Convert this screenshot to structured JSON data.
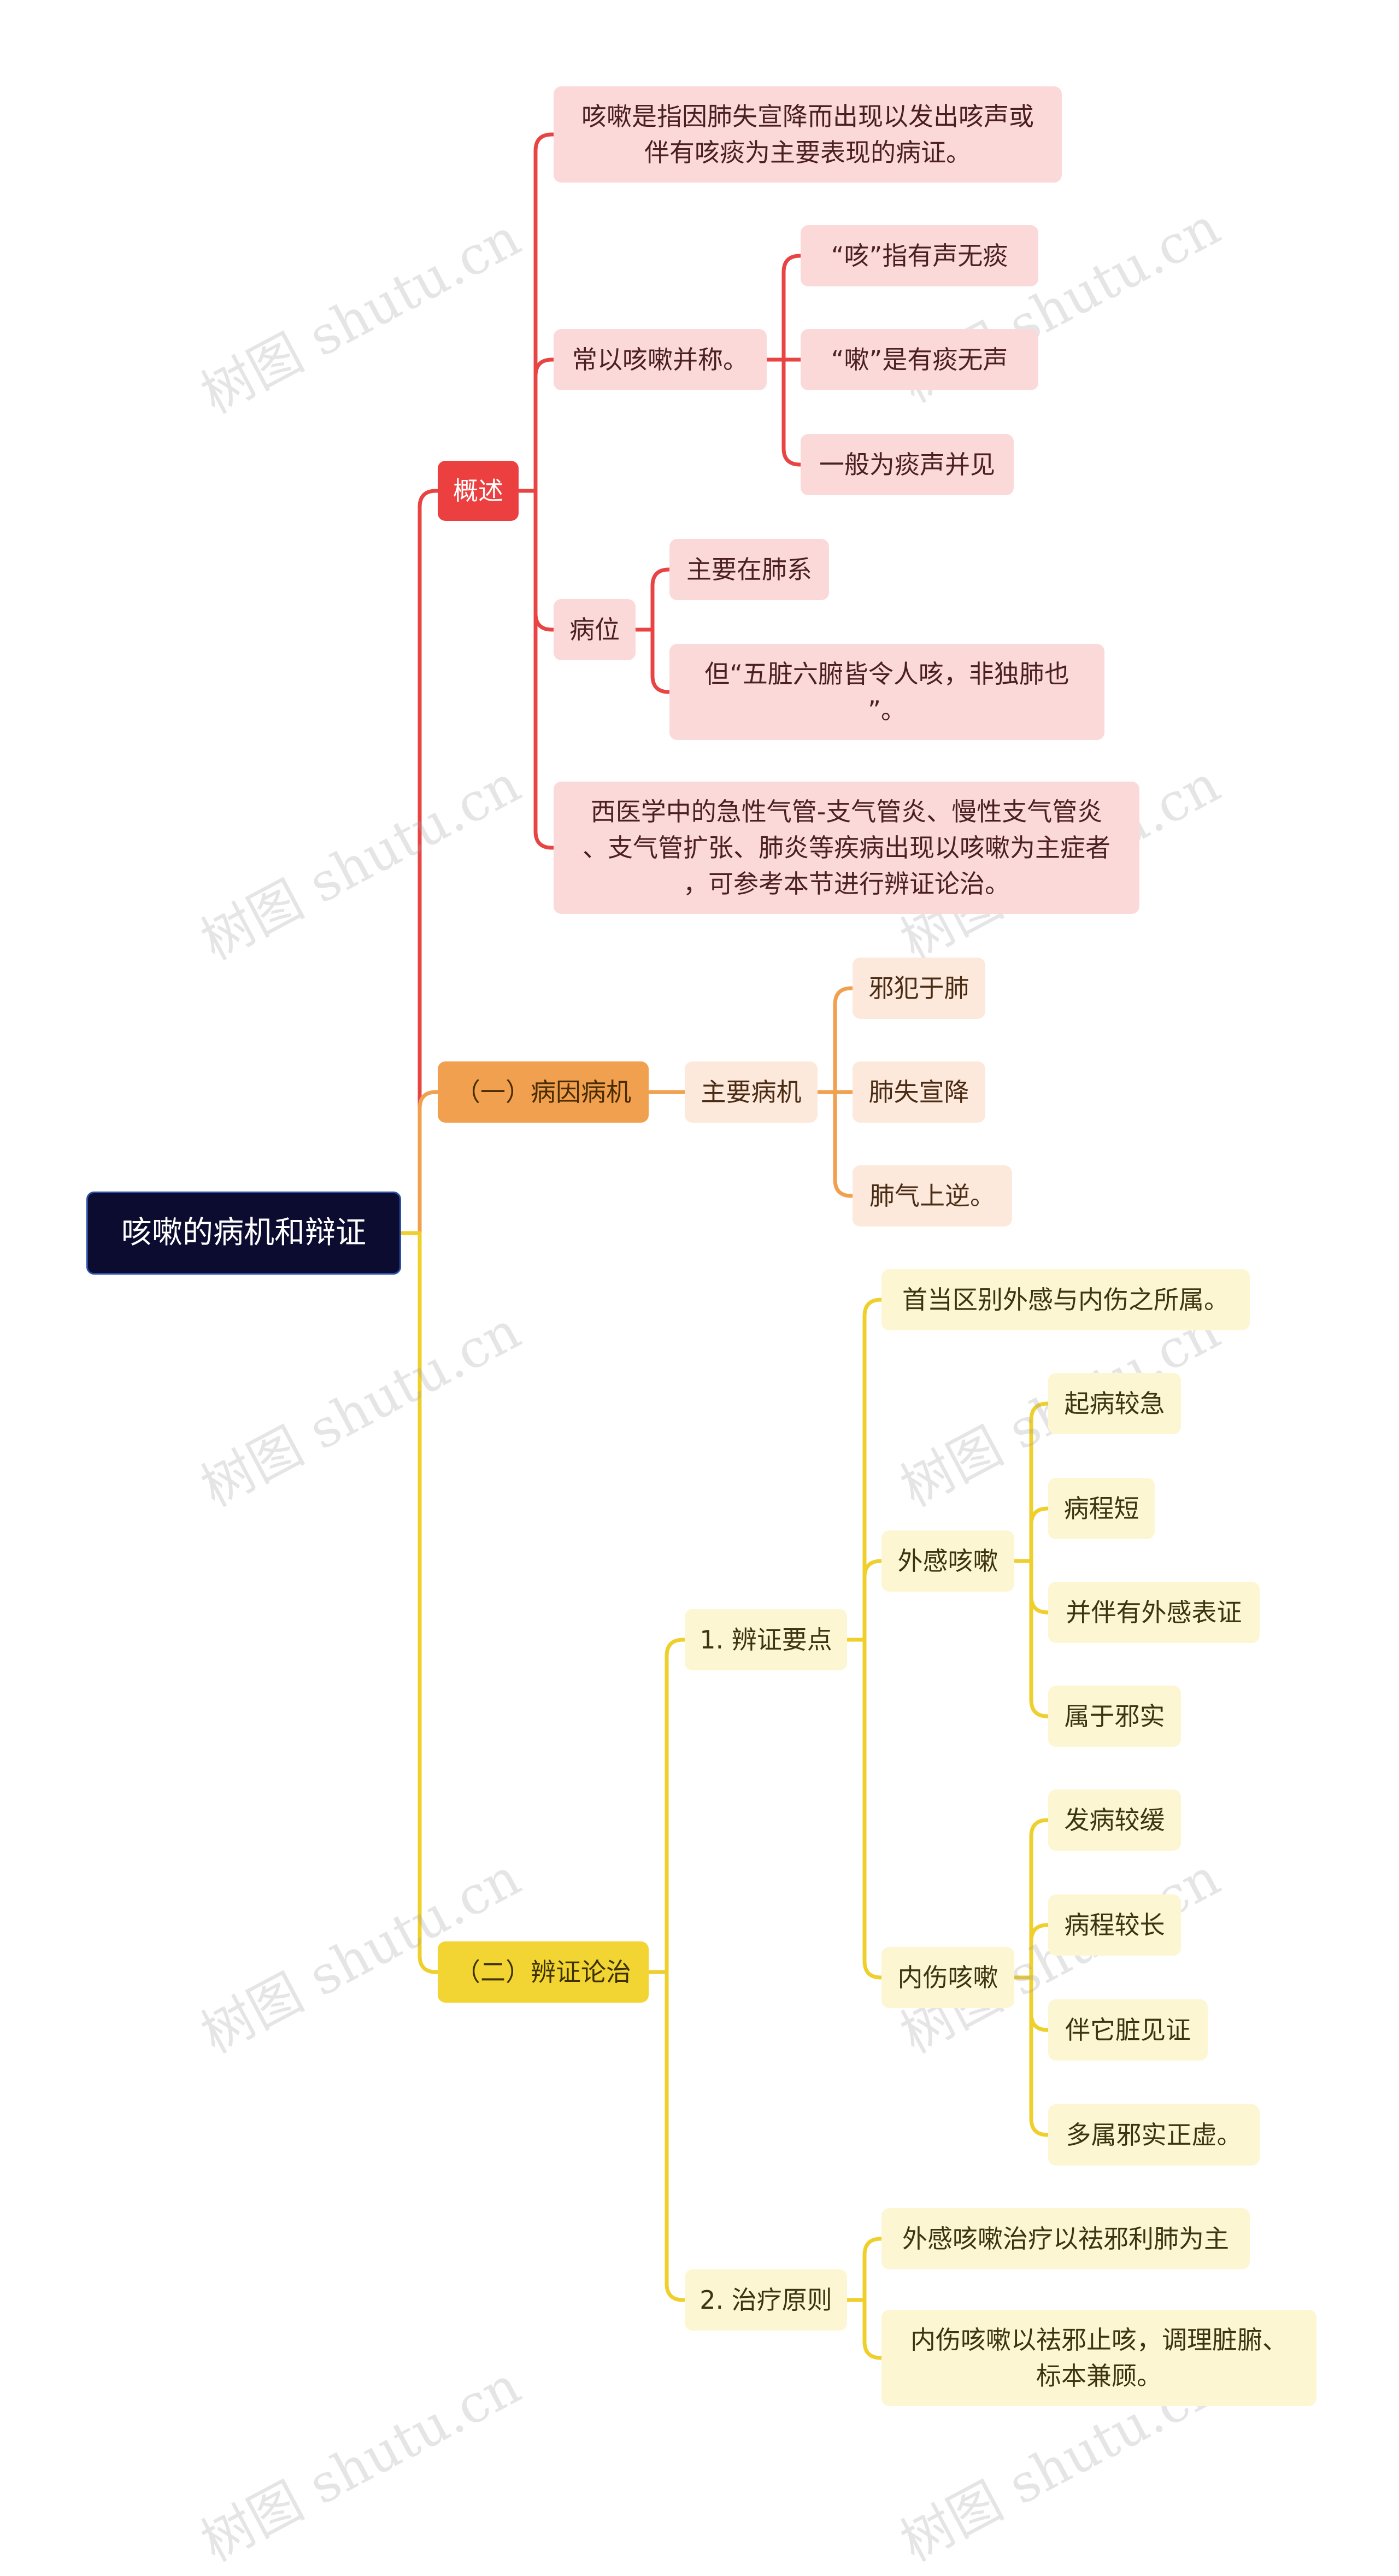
{
  "root": "咳嗽的病机和辩证",
  "colors": {
    "red": "#e84444",
    "orange": "#f0a04e",
    "yellow": "#efcf2c"
  },
  "gaishu": {
    "label": "概述",
    "definition": "咳嗽是指因肺失宣降而出现以发出咳声或\n伴有咳痰为主要表现的病证。",
    "changyi": {
      "label": "常以咳嗽并称。",
      "items": [
        "“咳”指有声无痰",
        "“嗽”是有痰无声",
        "一般为痰声并见"
      ]
    },
    "bingwei": {
      "label": "病位",
      "items": [
        "主要在肺系",
        "但“五脏六腑皆令人咳，非独肺也\n”。"
      ]
    },
    "xiyi": "西医学中的急性气管-支气管炎、慢性支气管炎\n、支气管扩张、肺炎等疾病出现以咳嗽为主症者\n，可参考本节进行辨证论治。"
  },
  "bingyin": {
    "label": "（一）病因病机",
    "zhuyao": {
      "label": "主要病机",
      "items": [
        "邪犯于肺",
        "肺失宣降",
        "肺气上逆。"
      ]
    }
  },
  "bianzheng": {
    "label": "（二）辨证论治",
    "yaodian": {
      "label": "1. 辨证要点",
      "first": "首当区别外感与内伤之所属。",
      "waigan": {
        "label": "外感咳嗽",
        "items": [
          "起病较急",
          "病程短",
          "并伴有外感表证",
          "属于邪实"
        ]
      },
      "neishang": {
        "label": "内伤咳嗽",
        "items": [
          "发病较缓",
          "病程较长",
          "伴它脏见证",
          "多属邪实正虚。"
        ]
      }
    },
    "yuanze": {
      "label": "2. 治疗原则",
      "items": [
        "外感咳嗽治疗以祛邪利肺为主",
        "内伤咳嗽以祛邪止咳，调理脏腑、\n标本兼顾。"
      ]
    }
  },
  "watermark": "树图 shutu.cn"
}
